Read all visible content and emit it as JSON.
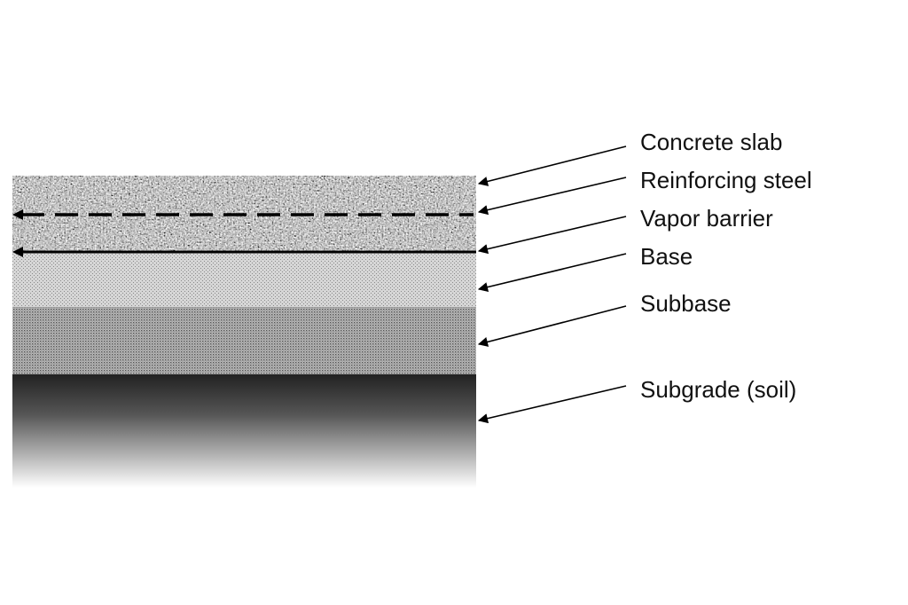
{
  "labels": {
    "concrete_slab": "Concrete slab",
    "reinforcing_steel": "Reinforcing steel",
    "vapor_barrier": "Vapor barrier",
    "base": "Base",
    "subbase": "Subbase",
    "subgrade": "Subgrade (soil)"
  },
  "colors": {
    "concrete": "#9a9a9a",
    "base": "#c8c8c8",
    "subbase": "#9e9e9e",
    "subgrade_top": "#2a2a2a",
    "subgrade_bottom": "#ffffff",
    "lines": "#000000"
  }
}
